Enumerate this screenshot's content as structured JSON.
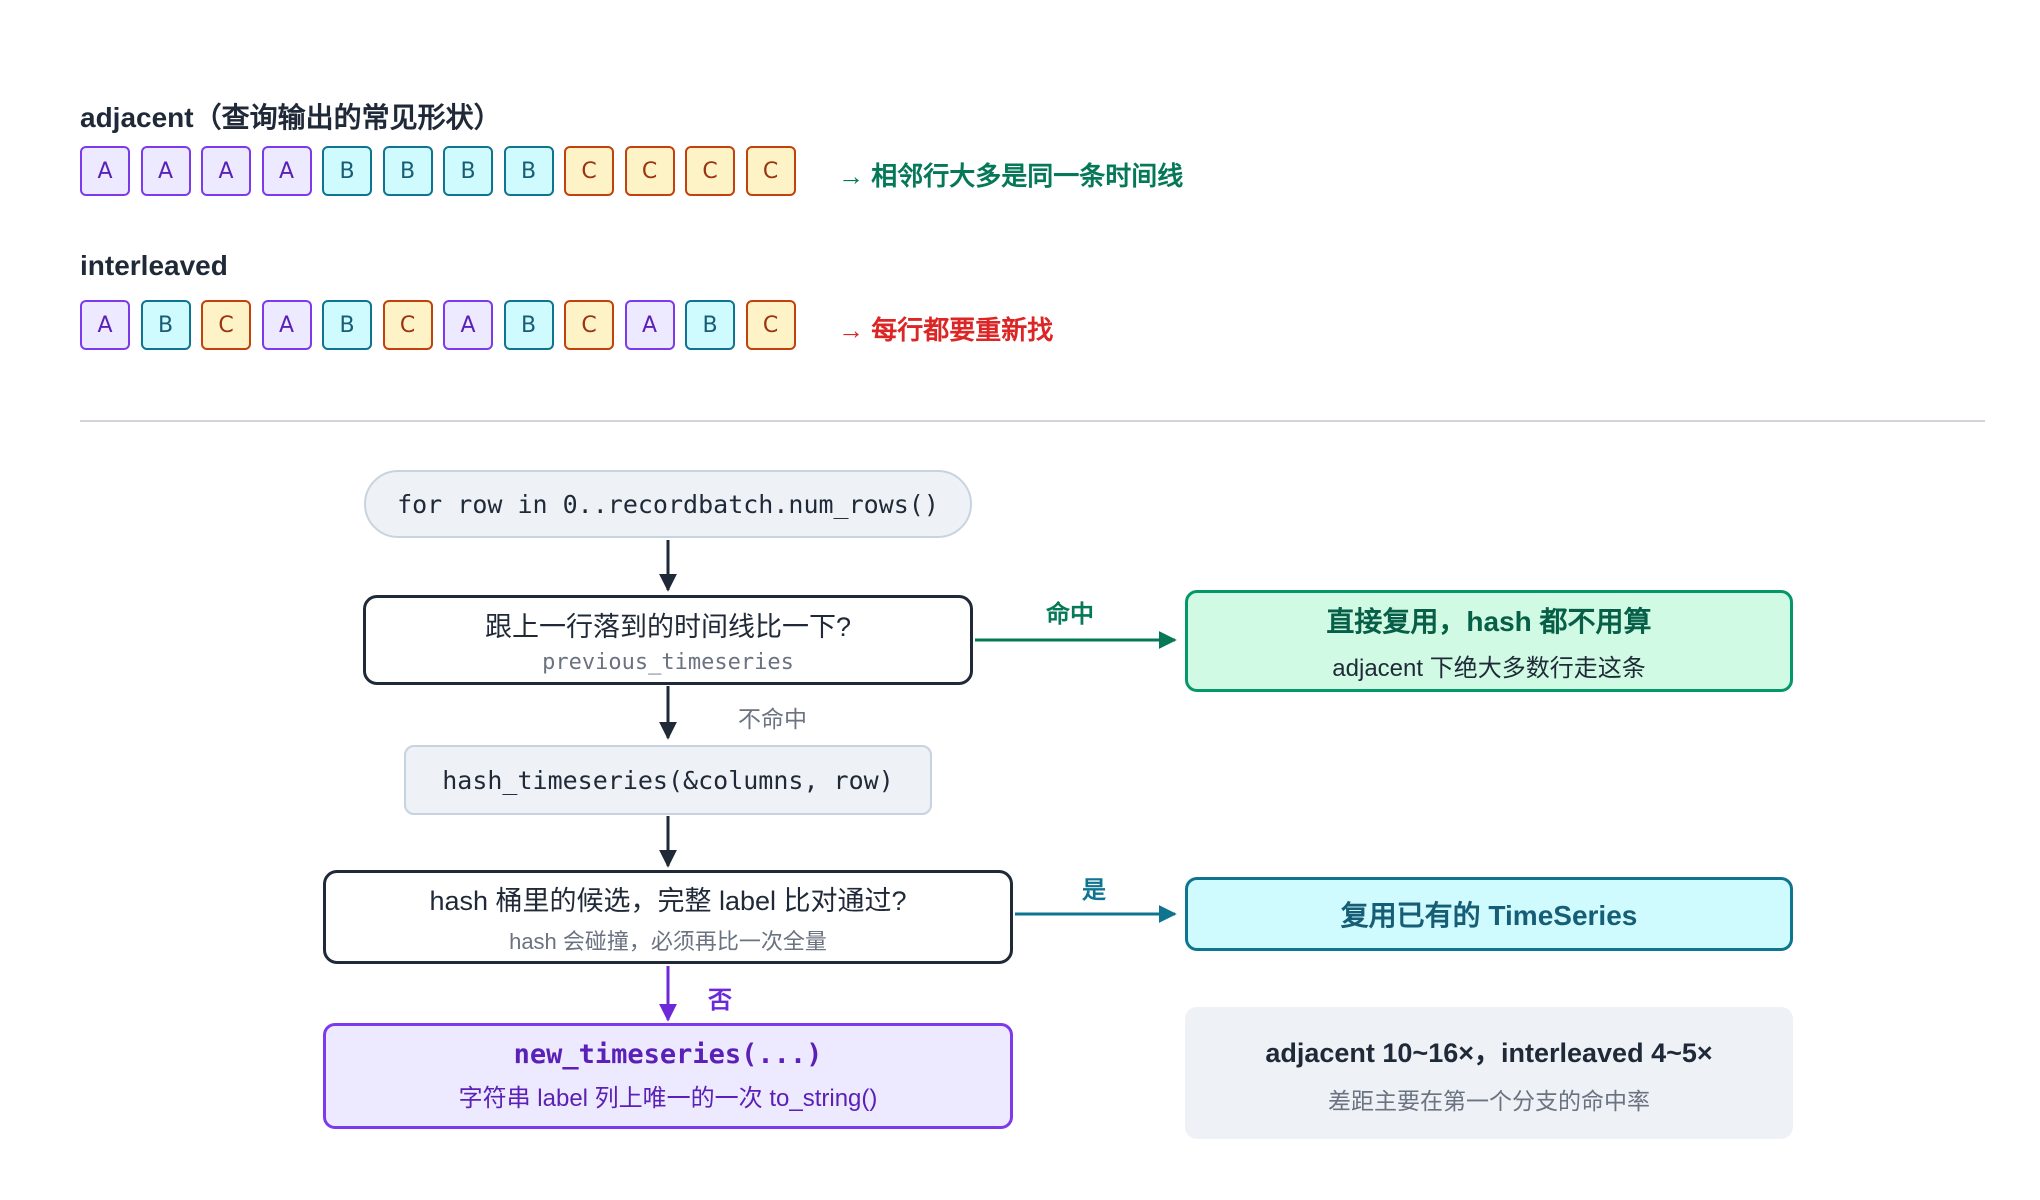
{
  "adjacent": {
    "title": "adjacent（查询输出的常见形状）",
    "cells": [
      "A",
      "A",
      "A",
      "A",
      "B",
      "B",
      "B",
      "B",
      "C",
      "C",
      "C",
      "C"
    ],
    "note": "→ 相邻行大多是同一条时间线"
  },
  "interleaved": {
    "title": "interleaved",
    "cells": [
      "A",
      "B",
      "C",
      "A",
      "B",
      "C",
      "A",
      "B",
      "C",
      "A",
      "B",
      "C"
    ],
    "note": "→ 每行都要重新找"
  },
  "flow": {
    "loop": "for row in 0..recordbatch.num_rows()",
    "check1": {
      "main": "跟上一行落到的时间线比一下?",
      "sub": "previous_timeseries"
    },
    "hit_label": "命中",
    "hit_box": {
      "title": "直接复用，hash 都不用算",
      "sub": "adjacent 下绝大多数行走这条"
    },
    "miss_label": "不命中",
    "hash_call": "hash_timeseries(&columns, row)",
    "check2": {
      "main": "hash 桶里的候选，完整 label 比对通过?",
      "sub": "hash 会碰撞，必须再比一次全量"
    },
    "yes_label": "是",
    "yes_box": "复用已有的 TimeSeries",
    "no_label": "否",
    "new_box": {
      "main": "new_timeseries(...)",
      "sub": "字符串 label 列上唯一的一次 to_string()"
    },
    "summary": {
      "main": "adjacent 10~16×，interleaved 4~5×",
      "sub": "差距主要在第一个分支的命中率"
    }
  },
  "colors": {
    "A": "#7c3aed",
    "B": "#0e7490",
    "C": "#c2410c",
    "green": "#047857",
    "red": "#dc2626",
    "purple": "#6d28d9",
    "dark": "#1f2937"
  }
}
